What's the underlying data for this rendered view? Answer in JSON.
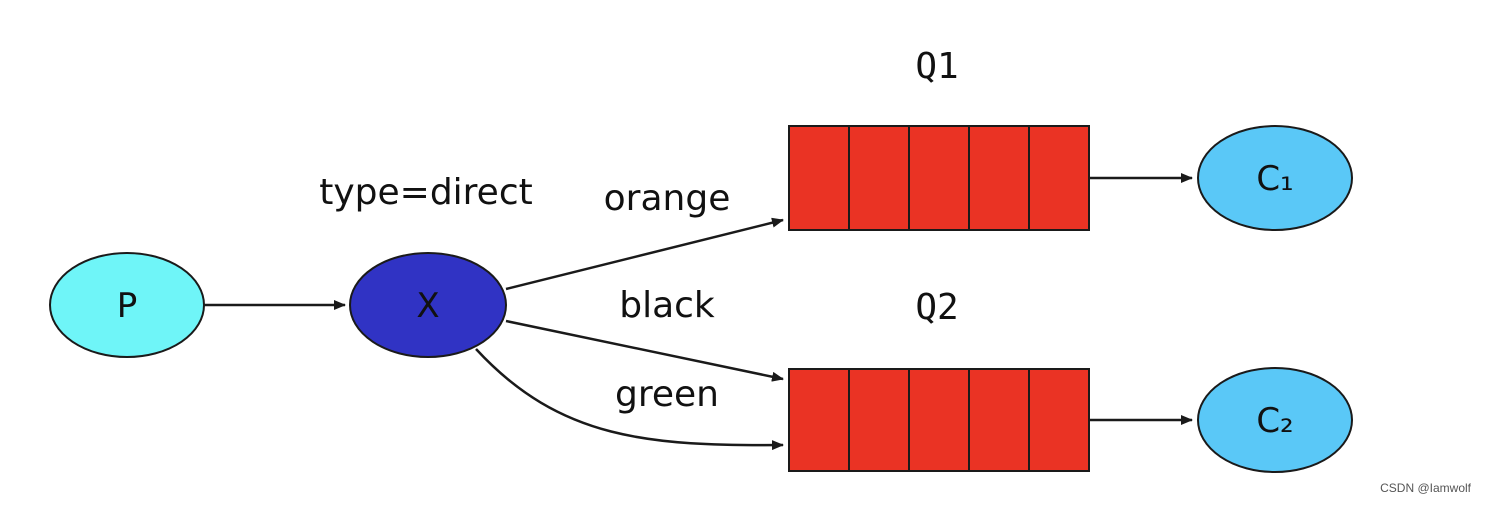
{
  "diagram": {
    "producer": "P",
    "exchange": "X",
    "exchange_type": "type=direct",
    "queues": [
      "Q1",
      "Q2"
    ],
    "consumers": [
      "C₁",
      "C₂"
    ],
    "bindings": [
      "orange",
      "black",
      "green"
    ]
  },
  "watermark": "CSDN @Iamwolf",
  "colors": {
    "producer": "#6ff5f8",
    "exchange": "#3033c4",
    "queue": "#ea3324",
    "consumer": "#5ac8f7",
    "stroke": "#1a1a1a"
  }
}
